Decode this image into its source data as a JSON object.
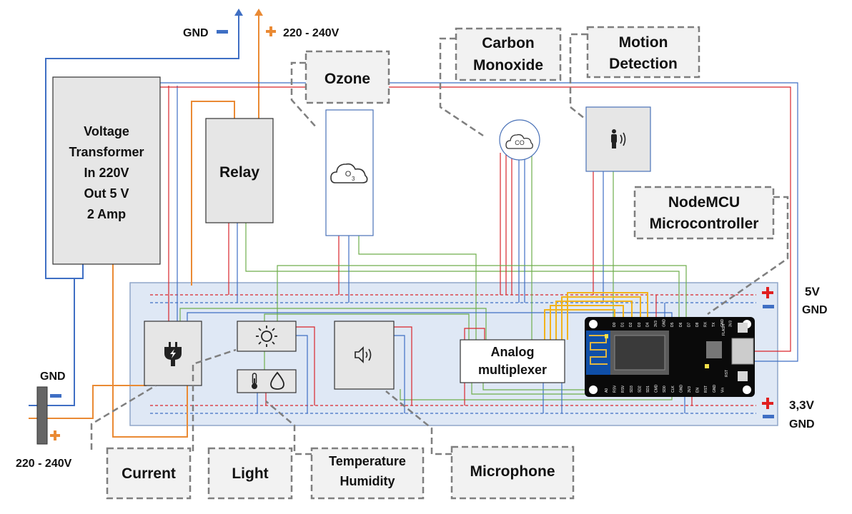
{
  "labels": {
    "top_gnd": "GND",
    "top_voltage": "220 - 240V",
    "plug_gnd": "GND",
    "plug_voltage": "220 - 240V",
    "rail_5v": "5V",
    "rail_5v_gnd": "GND",
    "rail_33v": "3,3V",
    "rail_33v_gnd": "GND"
  },
  "modules": {
    "transformer": [
      "Voltage",
      "Transformer",
      "In 220V",
      "Out 5 V",
      "2 Amp"
    ],
    "relay": "Relay",
    "multiplexer": [
      "Analog",
      "multiplexer"
    ],
    "co_glyph": "CO",
    "ozone_glyph": "O",
    "ozone_sub": "3"
  },
  "callouts": {
    "ozone": [
      "Ozone"
    ],
    "carbon_monoxide": [
      "Carbon",
      "Monoxide"
    ],
    "motion": [
      "Motion",
      "Detection"
    ],
    "nodemcu": [
      "NodeMCU",
      "Microcontroller"
    ],
    "current": [
      "Current"
    ],
    "light": [
      "Light"
    ],
    "temperature": [
      "Temperature",
      "Humidity"
    ],
    "microphone": [
      "Microphone"
    ]
  },
  "nodemcu_pins_top": [
    "D0",
    "D1",
    "D2",
    "D3",
    "D4",
    "3V3",
    "GND",
    "D5",
    "D6",
    "D7",
    "D8",
    "RX",
    "TX",
    "GND",
    "3V3"
  ],
  "nodemcu_pins_bottom": [
    "A0",
    "RSV",
    "RSV",
    "SD3",
    "SD2",
    "SD1",
    "CMD",
    "SD0",
    "CLK",
    "GND",
    "3V3",
    "EN",
    "RST",
    "GND",
    "Vin"
  ],
  "nodemcu_buttons": [
    "FLASH",
    "RST"
  ],
  "colors": {
    "power_plus": "#e02020",
    "power_minus": "#3f6fc4",
    "wire_red": "#d9252b",
    "wire_blue": "#3f6fc4",
    "wire_green": "#6fae4c",
    "wire_orange": "#ea8a34",
    "wire_yellow": "#f2b31b",
    "board": "#dfe8f5"
  }
}
